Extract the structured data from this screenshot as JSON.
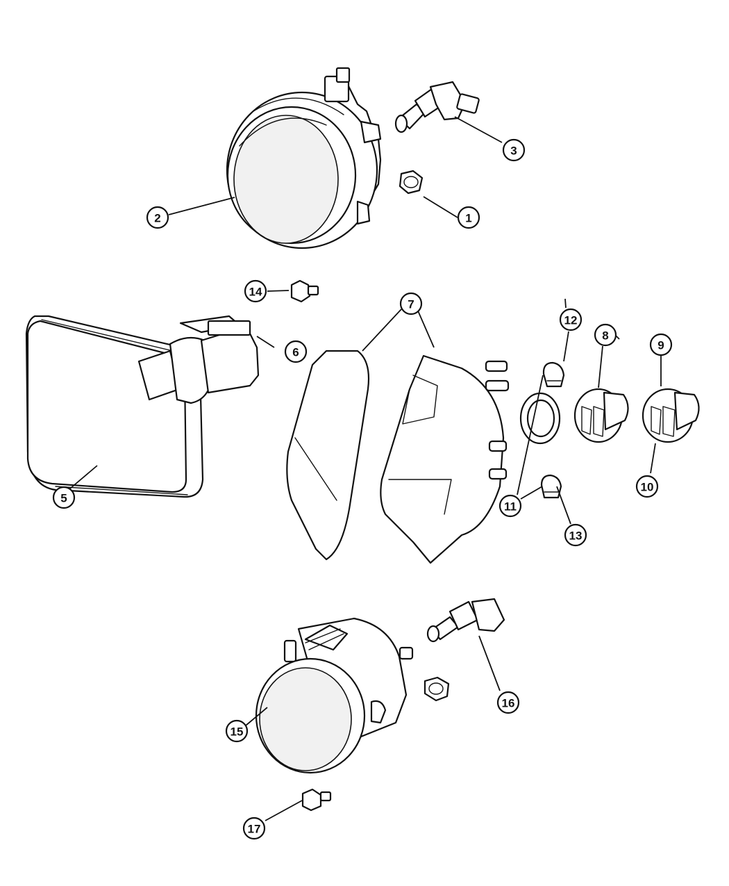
{
  "diagram": {
    "parts": [
      {
        "id": "headlamp-round",
        "icon": "round-headlamp-assembly"
      },
      {
        "id": "headlamp-bulb-upper",
        "icon": "halogen-bulb"
      },
      {
        "id": "nut-upper",
        "icon": "flange-nut"
      },
      {
        "id": "bolt-14",
        "icon": "hex-bolt"
      },
      {
        "id": "fog-lamp-rect",
        "icon": "rectangular-lamp"
      },
      {
        "id": "park-turn-lamp",
        "icon": "park-turn-lamp-assembly"
      },
      {
        "id": "socket-8",
        "icon": "bulb-socket"
      },
      {
        "id": "socket-9",
        "icon": "bulb-socket"
      },
      {
        "id": "seal-ring",
        "icon": "o-ring-seal"
      },
      {
        "id": "bulb-12",
        "icon": "wedge-bulb"
      },
      {
        "id": "bulb-13",
        "icon": "wedge-bulb"
      },
      {
        "id": "fog-lamp-round",
        "icon": "round-fog-lamp-assembly"
      },
      {
        "id": "fog-bulb",
        "icon": "halogen-bulb"
      },
      {
        "id": "nut-lower",
        "icon": "flange-nut"
      },
      {
        "id": "bolt-17",
        "icon": "hex-bolt"
      }
    ],
    "callouts": [
      {
        "label": "1"
      },
      {
        "label": "2"
      },
      {
        "label": "3"
      },
      {
        "label": "14"
      },
      {
        "label": "6"
      },
      {
        "label": "5"
      },
      {
        "label": "7"
      },
      {
        "label": "12"
      },
      {
        "label": "8"
      },
      {
        "label": "9"
      },
      {
        "label": "10"
      },
      {
        "label": "11"
      },
      {
        "label": "13"
      },
      {
        "label": "15"
      },
      {
        "label": "16"
      },
      {
        "label": "17"
      }
    ]
  }
}
